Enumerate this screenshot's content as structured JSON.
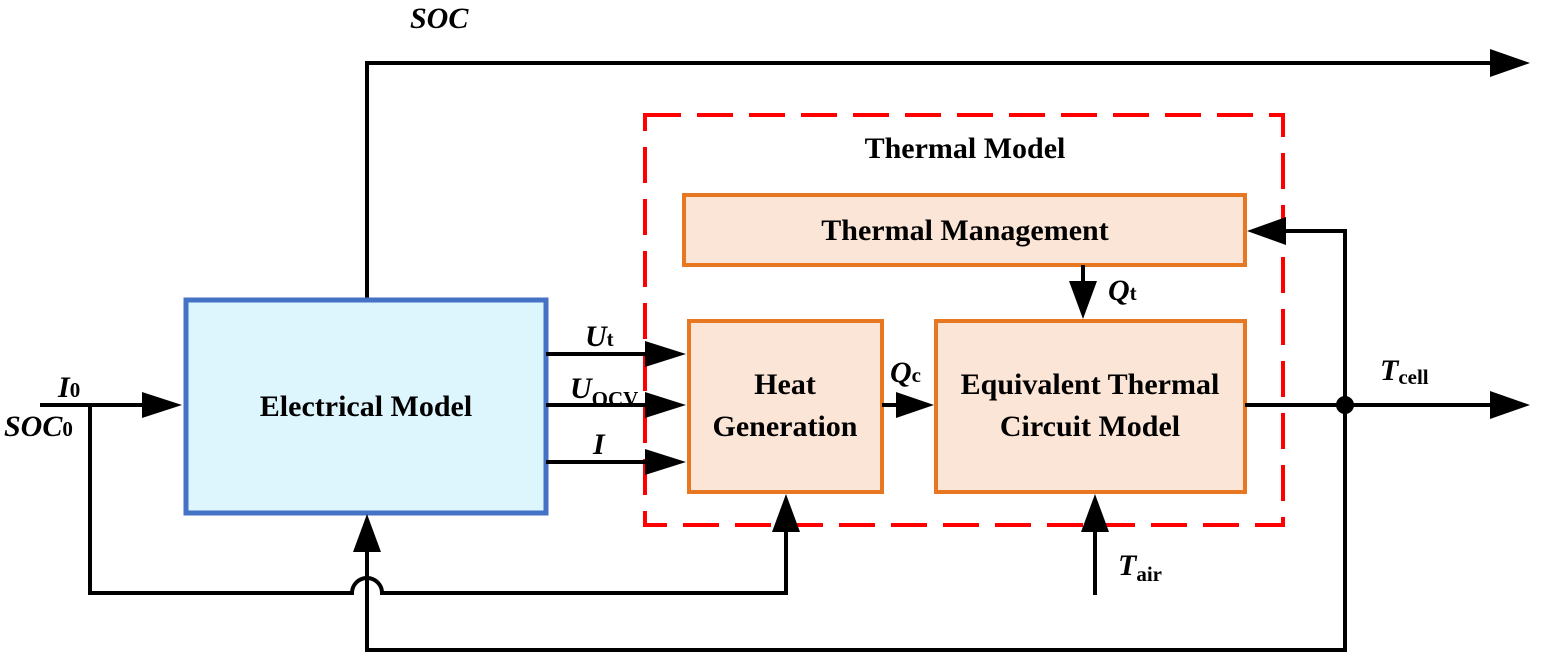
{
  "labels": {
    "soc": "SOC",
    "thermal_model": "Thermal Model",
    "thermal_management": "Thermal Management",
    "electrical_model": "Electrical Model",
    "heat_generation_1": "Heat",
    "heat_generation_2": "Generation",
    "etc_1": "Equivalent Thermal",
    "etc_2": "Circuit Model",
    "i0_main": "I",
    "i0_sub": "0",
    "soc0_main": "SOC",
    "soc0_sub": "0",
    "ut_main": "U",
    "ut_sub": "t",
    "uocv_main": "U",
    "uocv_sub": "OCV",
    "i": "I",
    "qc_main": "Q",
    "qc_sub": "c",
    "qt_main": "Q",
    "qt_sub": "t",
    "tcell_main": "T",
    "tcell_sub": "cell",
    "tair_main": "T",
    "tair_sub": "air"
  },
  "colors": {
    "electrical_fill": "#DDF5FC",
    "electrical_border": "#4472C4",
    "thermal_fill": "#FBE5D6",
    "thermal_border": "#E87722",
    "dashed_boundary": "#FF0000"
  }
}
